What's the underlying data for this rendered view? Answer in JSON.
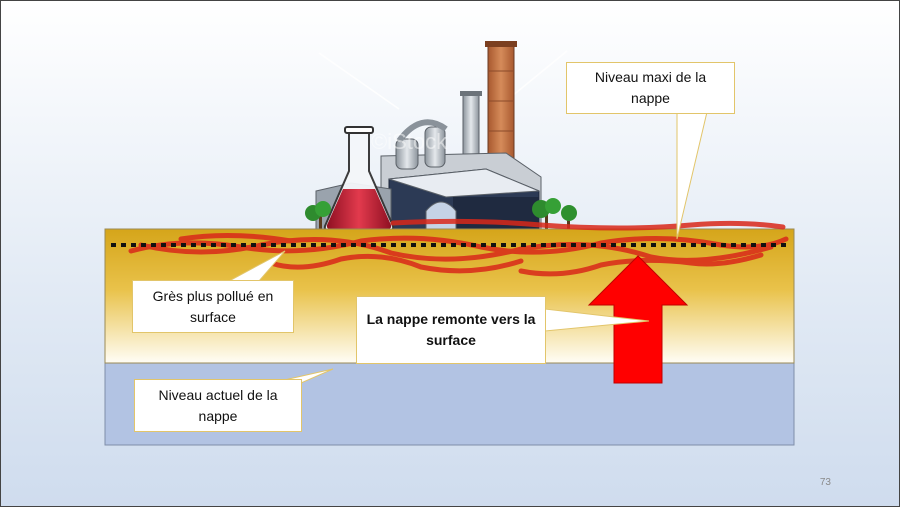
{
  "slide": {
    "number": "73"
  },
  "callouts": {
    "niveau_maxi": "Niveau maxi de la nappe",
    "gres_pollue": "Grès plus pollué en surface",
    "nappe_remonte": "La nappe remonte vers la surface",
    "niveau_actuel": "Niveau actuel de la nappe"
  },
  "watermark": "©iStock",
  "colors": {
    "soil_top": "#d8a819",
    "soil_bottom": "#fffdf6",
    "aquifer": "#b2c3e3",
    "pollution": "#d9281a",
    "arrow": "#ff0000",
    "callout_border": "#e2c56a"
  }
}
